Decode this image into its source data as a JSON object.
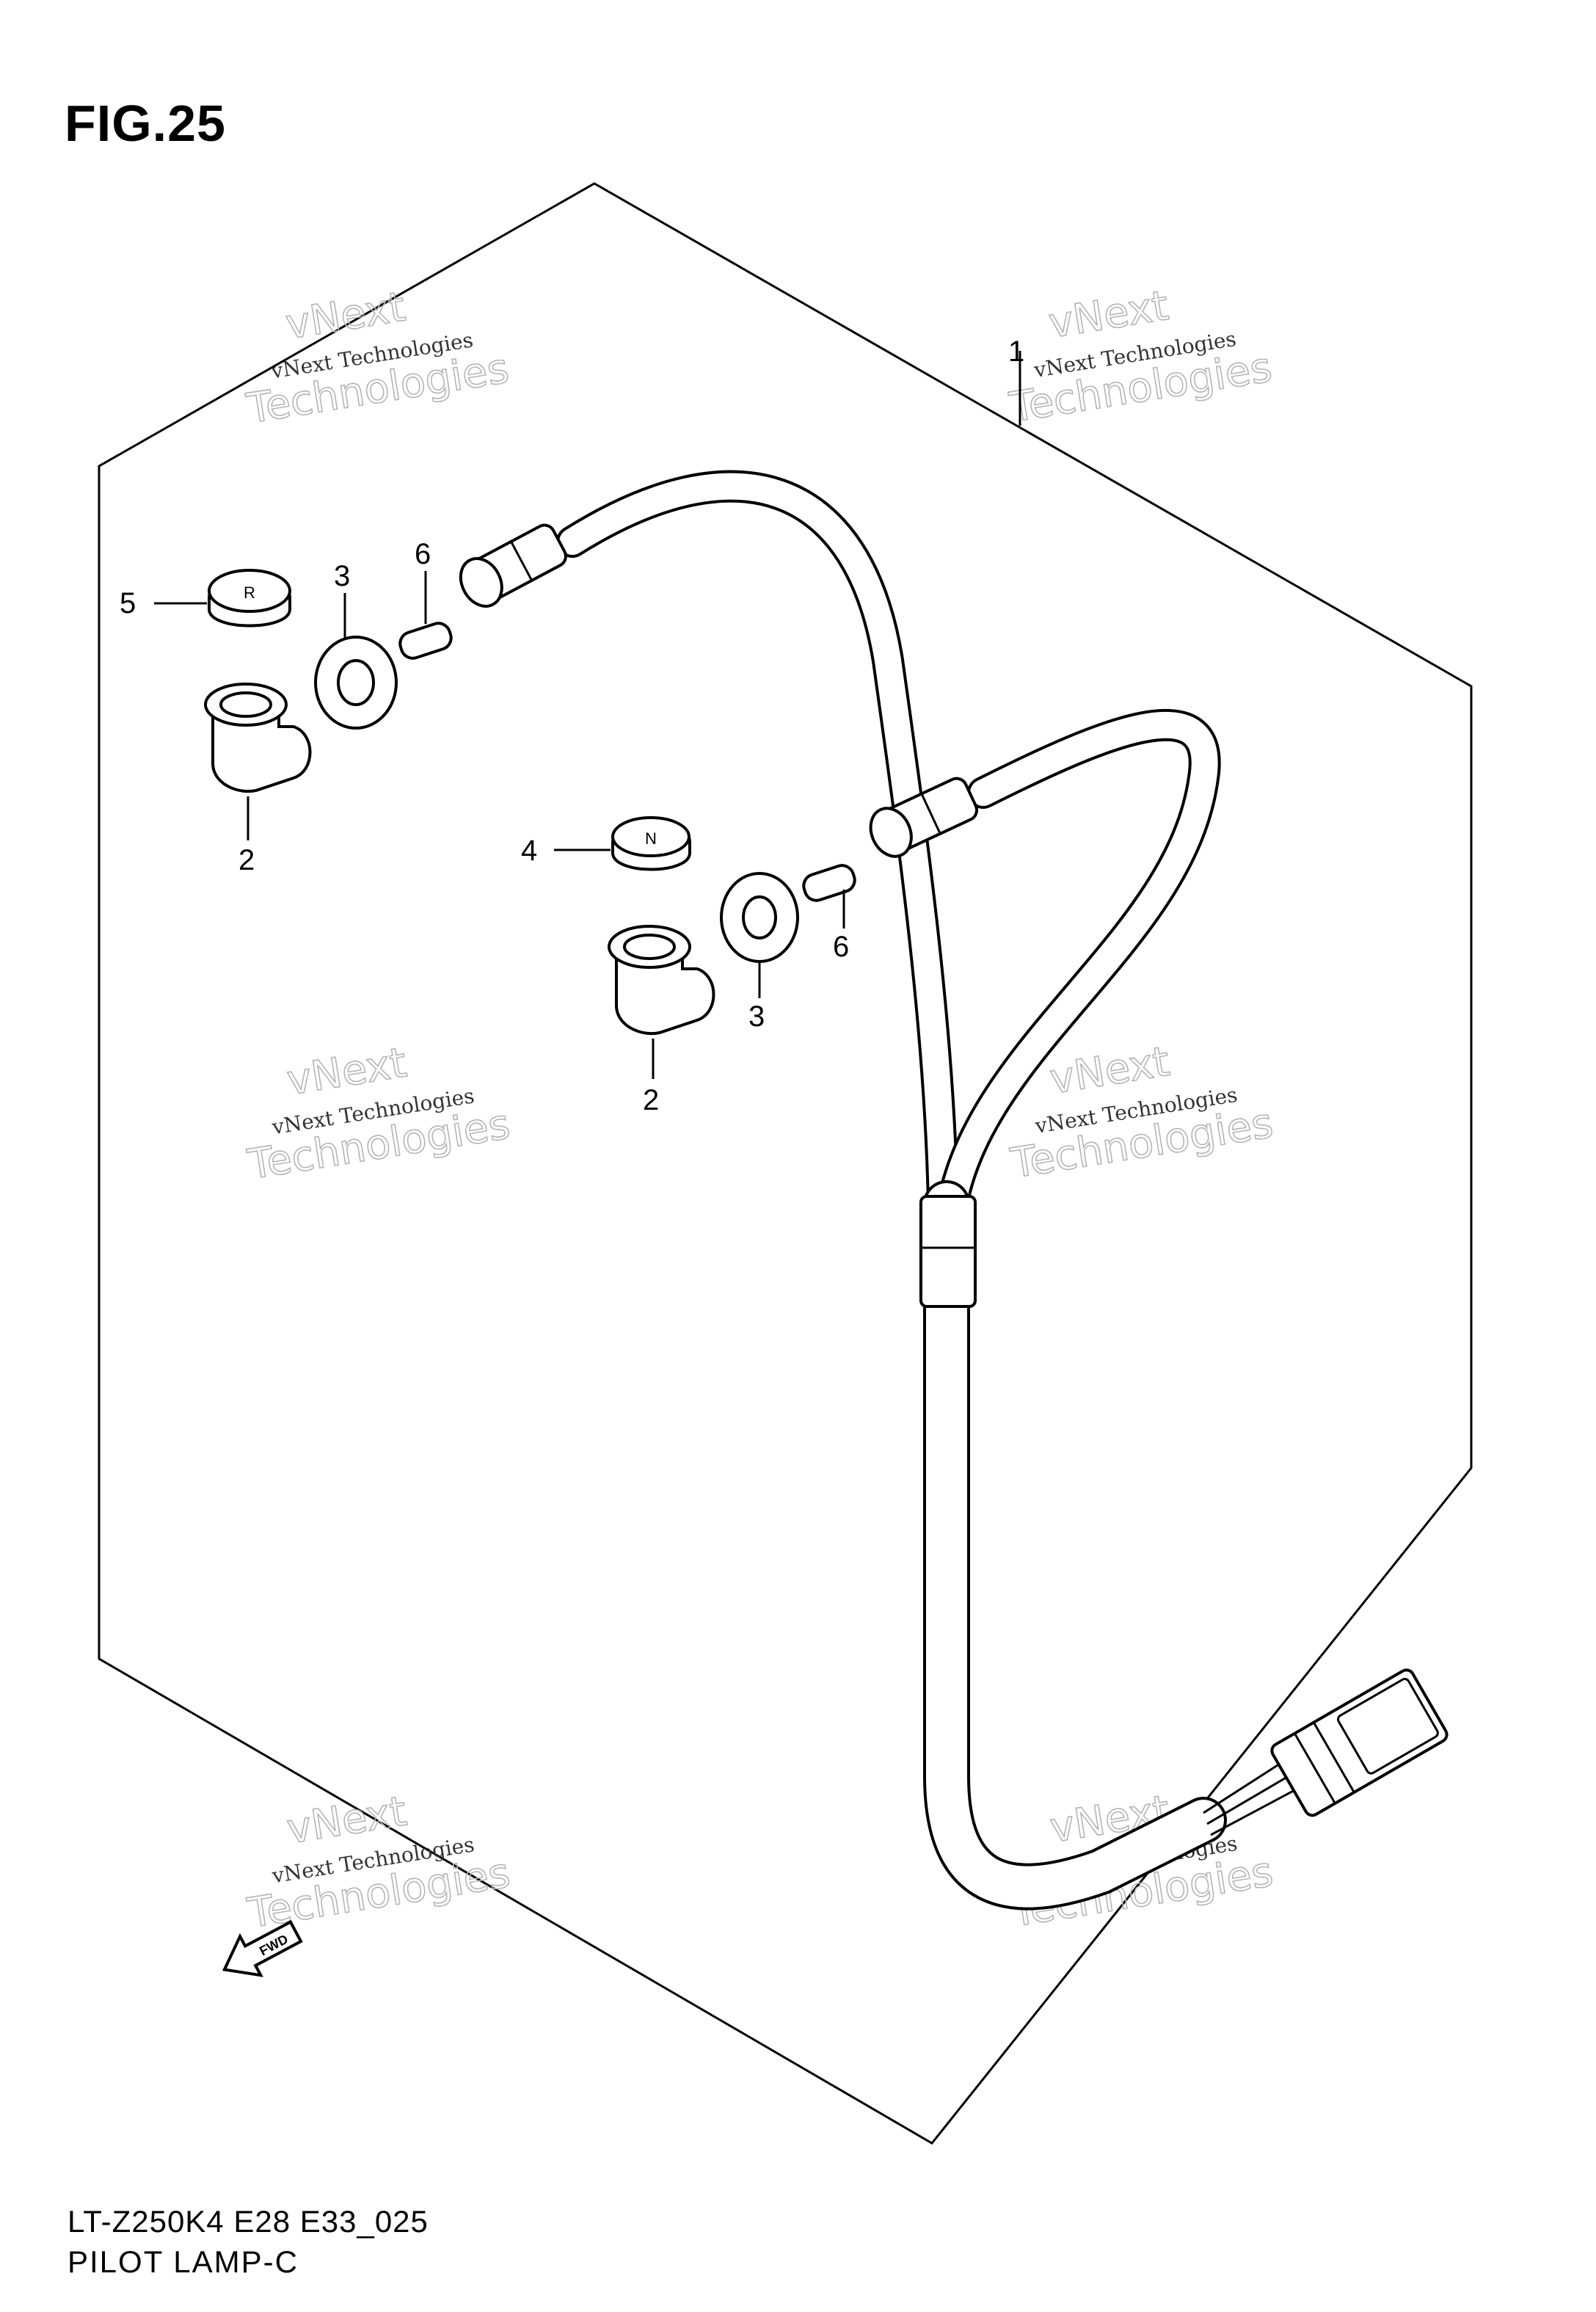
{
  "figure": {
    "title": "FIG.25"
  },
  "footer": {
    "model_code": "LT-Z250K4 E28 E33_025",
    "caption": "PILOT LAMP-C"
  },
  "callouts": {
    "harness": "1",
    "socket": "2",
    "grommet": "3",
    "cap_n": "4",
    "cap_r": "5",
    "bulb": "6"
  },
  "cap_marks": {
    "n": "N",
    "r": "R"
  },
  "watermark": {
    "line1": "vNext",
    "line2": "vNext Technologies",
    "line3": "Technologies"
  },
  "direction_arrow": {
    "label": "FWD",
    "icon": "fwd-arrow-icon"
  }
}
